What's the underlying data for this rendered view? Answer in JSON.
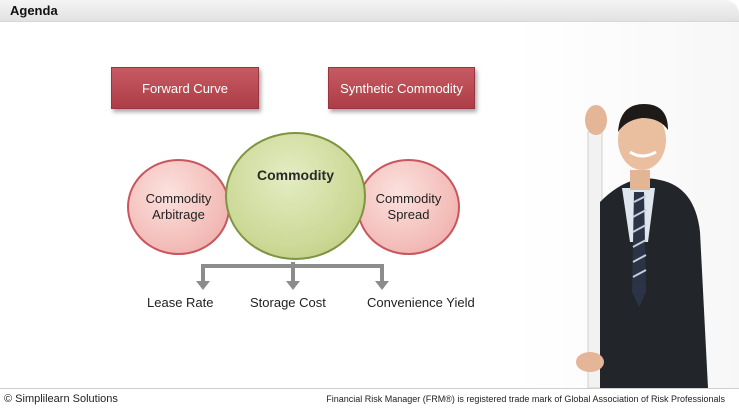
{
  "header": {
    "title": "Agenda"
  },
  "boxes": {
    "forward_curve": "Forward Curve",
    "synthetic_commodity": "Synthetic Commodity"
  },
  "circles": {
    "center": "Commodity",
    "left_line1": "Commodity",
    "left_line2": "Arbitrage",
    "right_line1": "Commodity",
    "right_line2": "Spread"
  },
  "branches": {
    "lease_rate": "Lease Rate",
    "storage_cost": "Storage Cost",
    "convenience_yield": "Convenience Yield"
  },
  "footer": {
    "copyright": "© Simplilearn Solutions",
    "trademark": "Financial Risk Manager (FRM®) is registered trade mark of Global Association of Risk Professionals"
  },
  "colors": {
    "box_red": "#b3434c",
    "circle_pink": "#f3bcb8",
    "circle_green": "#cbd895",
    "arrow_gray": "#8c8c8c"
  }
}
